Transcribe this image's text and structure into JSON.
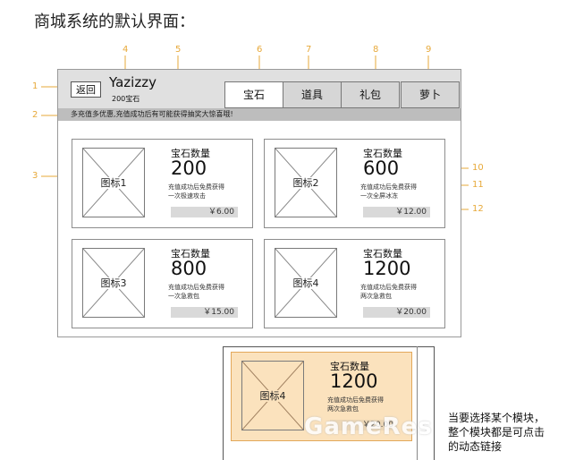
{
  "page_title": "商城系统的默认界面：",
  "header": {
    "back_label": "返回",
    "username": "Yazizzy",
    "gem_count": "200宝石"
  },
  "tabs": [
    {
      "label": "宝石",
      "active": true
    },
    {
      "label": "道具",
      "active": false
    },
    {
      "label": "礼包",
      "active": false
    },
    {
      "label": "萝卜",
      "active": false
    }
  ],
  "notice": "多充值多优惠,充值成功后有可能获得抽奖大惊喜哦!",
  "cards": [
    {
      "icon_label": "图标1",
      "title": "宝石数量",
      "amount": "200",
      "desc1": "充值成功后免费获得",
      "desc2": "一次极速攻击",
      "price": "￥6.00"
    },
    {
      "icon_label": "图标2",
      "title": "宝石数量",
      "amount": "600",
      "desc1": "充值成功后免费获得",
      "desc2": "一次全屏冰冻",
      "price": "￥12.00"
    },
    {
      "icon_label": "图标3",
      "title": "宝石数量",
      "amount": "800",
      "desc1": "充值成功后免费获得",
      "desc2": "一次急救包",
      "price": "￥15.00"
    },
    {
      "icon_label": "图标4",
      "title": "宝石数量",
      "amount": "1200",
      "desc1": "充值成功后免费获得",
      "desc2": "两次急救包",
      "price": "￥20.00"
    }
  ],
  "demo_card": {
    "icon_label": "图标4",
    "title": "宝石数量",
    "amount": "1200",
    "desc1": "充值成功后免费获得",
    "desc2": "两次急救包",
    "price": "￥20.00"
  },
  "annotations": [
    "1",
    "2",
    "3",
    "4",
    "5",
    "6",
    "7",
    "8",
    "9",
    "10",
    "11",
    "12"
  ],
  "note": {
    "line1": "当要选择某个模块，",
    "line2": "整个模块都是可点击",
    "line3": "的动态链接"
  },
  "watermark": "GameRes",
  "colors": {
    "annotation": "#e7a93a",
    "highlight": "#fbe2bd"
  }
}
